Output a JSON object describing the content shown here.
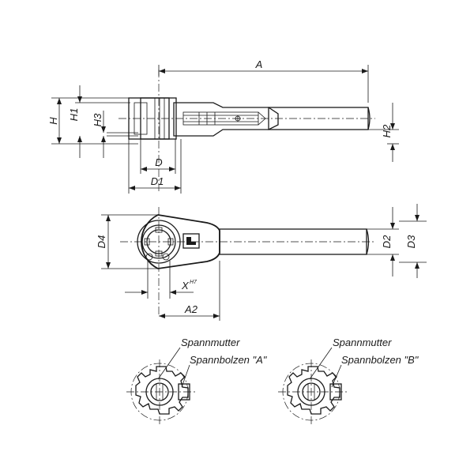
{
  "top_view": {
    "dim_A": "A",
    "dim_H": "H",
    "dim_H1": "H1",
    "dim_H3": "H3",
    "dim_H2": "H2",
    "dim_D": "D",
    "dim_D1": "D1"
  },
  "front_view": {
    "dim_D4": "D4",
    "dim_D2": "D2",
    "dim_D3": "D3",
    "dim_X": "X",
    "dim_X_tol": "H7",
    "dim_A2": "A2"
  },
  "detail_A": {
    "label_nut": "Spannmutter",
    "label_bolt": "Spannbolzen \"A\""
  },
  "detail_B": {
    "label_nut": "Spannmutter",
    "label_bolt": "Spannbolzen \"B\""
  }
}
